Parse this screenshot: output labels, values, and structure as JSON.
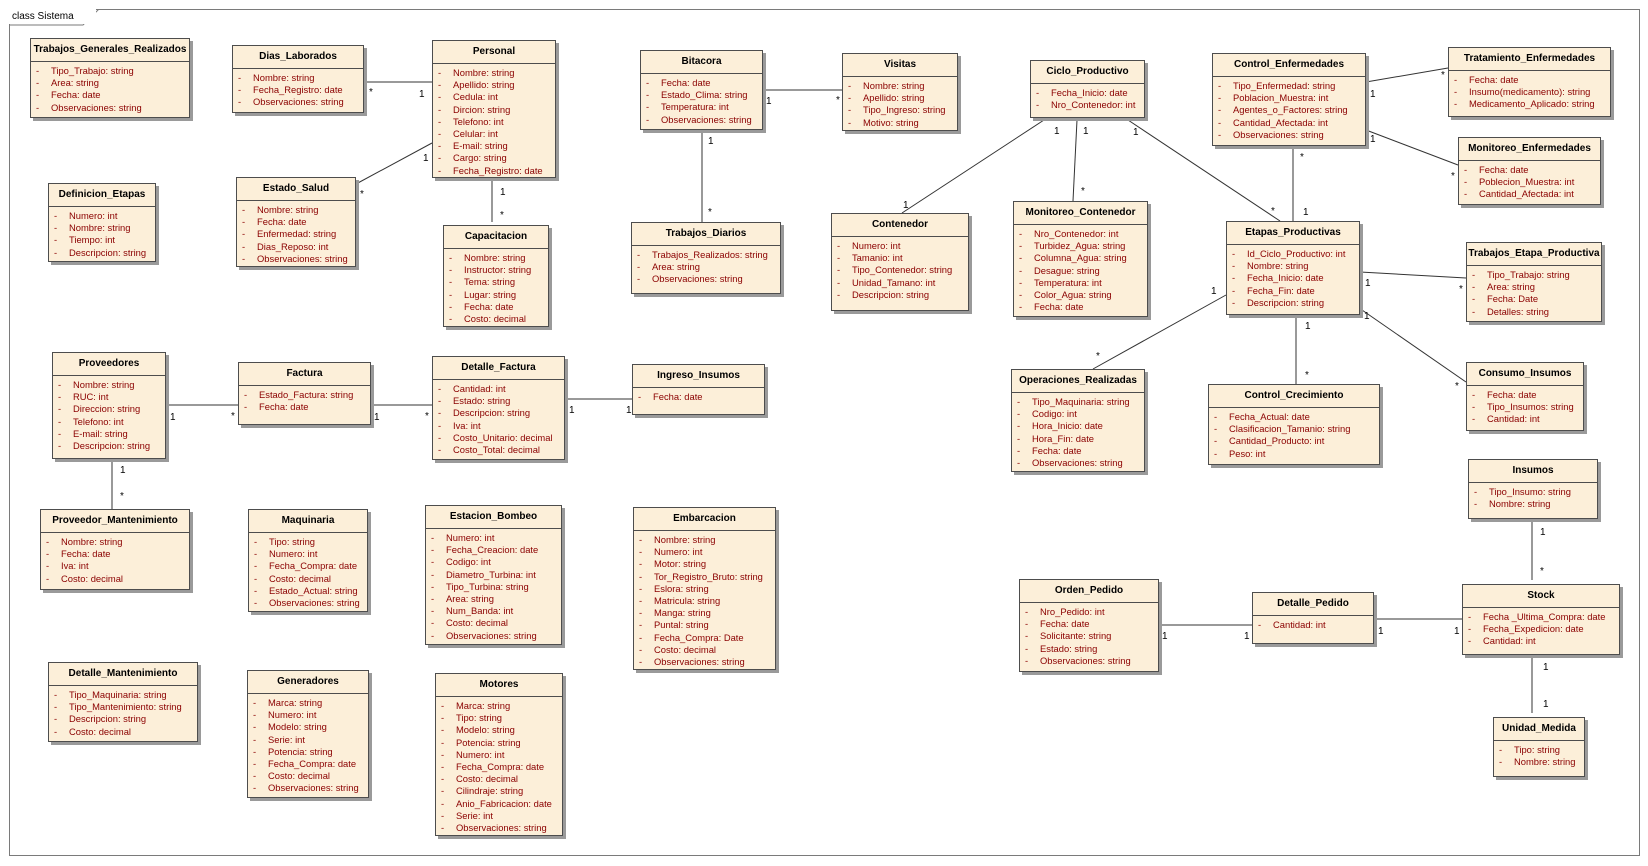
{
  "diagram": {
    "frame_label": "class Sistema"
  },
  "classes": [
    {
      "id": "trabajos_generales",
      "name": "Trabajos_Generales_Realizados",
      "attrs": [
        "Tipo_Trabajo: string",
        "Area: string",
        "Fecha: date",
        "Observaciones: string"
      ]
    },
    {
      "id": "definicion_etapas",
      "name": "Definicion_Etapas",
      "attrs": [
        "Numero: int",
        "Nombre: string",
        "Tiempo: int",
        "Descripcion: string"
      ]
    },
    {
      "id": "dias_laborados",
      "name": "Dias_Laborados",
      "attrs": [
        "Nombre: string",
        "Fecha_Registro: date",
        "Observaciones: string"
      ]
    },
    {
      "id": "personal",
      "name": "Personal",
      "attrs": [
        "Nombre: string",
        "Apellido: string",
        "Cedula: int",
        "Dircion: string",
        "Telefono: int",
        "Celular: int",
        "E-mail: string",
        "Cargo: string",
        "Fecha_Registro: date"
      ]
    },
    {
      "id": "estado_salud",
      "name": "Estado_Salud",
      "attrs": [
        "Nombre: string",
        "Fecha: date",
        "Enfermedad: string",
        "Dias_Reposo: int",
        "Observaciones: string"
      ]
    },
    {
      "id": "capacitacion",
      "name": "Capacitacion",
      "attrs": [
        "Nombre: string",
        "Instructor: string",
        "Tema: string",
        "Lugar: string",
        "Fecha: date",
        "Costo: decimal"
      ]
    },
    {
      "id": "bitacora",
      "name": "Bitacora",
      "attrs": [
        "Fecha: date",
        "Estado_Clima: string",
        "Temperatura: int",
        "Observaciones: string"
      ]
    },
    {
      "id": "visitas",
      "name": "Visitas",
      "attrs": [
        "Nombre: string",
        "Apellido: string",
        "Tipo_Ingreso: string",
        "Motivo: string"
      ]
    },
    {
      "id": "trabajos_diarios",
      "name": "Trabajos_Diarios",
      "attrs": [
        "Trabajos_Realizados: string",
        "Area: string",
        "Observaciones: string"
      ]
    },
    {
      "id": "ciclo_productivo",
      "name": "Ciclo_Productivo",
      "attrs": [
        "Fecha_Inicio: date",
        "Nro_Contenedor: int"
      ]
    },
    {
      "id": "contenedor",
      "name": "Contenedor",
      "attrs": [
        "Numero: int",
        "Tamanio: int",
        "Tipo_Contenedor: string",
        "Unidad_Tamano: int",
        "Descripcion: string"
      ]
    },
    {
      "id": "monitoreo_contenedor",
      "name": "Monitoreo_Contenedor",
      "attrs": [
        "Nro_Contenedor: int",
        "Turbidez_Agua: string",
        "Columna_Agua: string",
        "Desague: string",
        "Temperatura: int",
        "Color_Agua: string",
        "Fecha: date"
      ]
    },
    {
      "id": "control_enfermedades",
      "name": "Control_Enfermedades",
      "attrs": [
        "Tipo_Enfermedad: string",
        "Poblacion_Muestra: int",
        "Agentes_o_Factores: string",
        "Cantidad_Afectada: int",
        "Observaciones: string"
      ]
    },
    {
      "id": "tratamiento_enfermedades",
      "name": "Tratamiento_Enfermedades",
      "attrs": [
        "Fecha: date",
        "Insumo(medicamento): string",
        "Medicamento_Aplicado: string"
      ]
    },
    {
      "id": "monitoreo_enfermedades",
      "name": "Monitoreo_Enfermedades",
      "attrs": [
        "Fecha: date",
        "Poblecion_Muestra: int",
        "Cantidad_Afectada: int"
      ]
    },
    {
      "id": "etapas_productivas",
      "name": "Etapas_Productivas",
      "attrs": [
        "Id_Ciclo_Productivo: int",
        "Nombre: string",
        "Fecha_Inicio: date",
        "Fecha_Fin: date",
        "Descripcion: string"
      ]
    },
    {
      "id": "trabajos_etapa",
      "name": "Trabajos_Etapa_Productiva",
      "attrs": [
        "Tipo_Trabajo: string",
        "Area: string",
        "Fecha: Date",
        "Detalles: string"
      ]
    },
    {
      "id": "operaciones_realizadas",
      "name": "Operaciones_Realizadas",
      "attrs": [
        "Tipo_Maquinaria: string",
        "Codigo: int",
        "Hora_Inicio: date",
        "Hora_Fin: date",
        "Fecha: date",
        "Observaciones: string"
      ]
    },
    {
      "id": "control_crecimiento",
      "name": "Control_Crecimiento",
      "attrs": [
        "Fecha_Actual: date",
        "Clasificacion_Tamanio: string",
        "Cantidad_Producto: int",
        "Peso: int"
      ]
    },
    {
      "id": "consumo_insumos",
      "name": "Consumo_Insumos",
      "attrs": [
        "Fecha: date",
        "Tipo_Insumos: string",
        "Cantidad: int"
      ]
    },
    {
      "id": "proveedores",
      "name": "Proveedores",
      "attrs": [
        "Nombre: string",
        "RUC: int",
        "Direccion: string",
        "Telefono: int",
        "E-mail: string",
        "Descripcion: string"
      ]
    },
    {
      "id": "factura",
      "name": "Factura",
      "attrs": [
        "Estado_Factura: string",
        "Fecha: date"
      ]
    },
    {
      "id": "detalle_factura",
      "name": "Detalle_Factura",
      "attrs": [
        "Cantidad: int",
        "Estado: string",
        "Descripcion: string",
        "Iva: int",
        "Costo_Unitario: decimal",
        "Costo_Total: decimal"
      ]
    },
    {
      "id": "ingreso_insumos",
      "name": "Ingreso_Insumos",
      "attrs": [
        "Fecha: date"
      ]
    },
    {
      "id": "proveedor_mantenimiento",
      "name": "Proveedor_Mantenimiento",
      "attrs": [
        "Nombre: string",
        "Fecha: date",
        "Iva: int",
        "Costo: decimal"
      ]
    },
    {
      "id": "maquinaria",
      "name": "Maquinaria",
      "attrs": [
        "Tipo: string",
        "Numero: int",
        "Fecha_Compra: date",
        "Costo: decimal",
        "Estado_Actual: string",
        "Observaciones: string"
      ]
    },
    {
      "id": "estacion_bombeo",
      "name": "Estacion_Bombeo",
      "attrs": [
        "Numero: int",
        "Fecha_Creacion: date",
        "Codigo: int",
        "Diametro_Turbina: int",
        "Tipo_Turbina: string",
        "Area: string",
        "Num_Banda: int",
        "Costo: decimal",
        "Observaciones: string"
      ]
    },
    {
      "id": "embarcacion",
      "name": "Embarcacion",
      "attrs": [
        "Nombre: string",
        "Numero: int",
        "Motor: string",
        "Tor_Registro_Bruto: string",
        "Eslora: string",
        "Matricula: string",
        "Manga: string",
        "Puntal: string",
        "Fecha_Compra: Date",
        "Costo: decimal",
        "Observaciones: string"
      ]
    },
    {
      "id": "detalle_mantenimiento",
      "name": "Detalle_Mantenimiento",
      "attrs": [
        "Tipo_Maquinaria: string",
        "Tipo_Mantenimiento: string",
        "Descripcion: string",
        "Costo: decimal"
      ]
    },
    {
      "id": "generadores",
      "name": "Generadores",
      "attrs": [
        "Marca: string",
        "Numero: int",
        "Modelo: string",
        "Serie: int",
        "Potencia: string",
        "Fecha_Compra: date",
        "Costo: decimal",
        "Observaciones: string"
      ]
    },
    {
      "id": "motores",
      "name": "Motores",
      "attrs": [
        "Marca: string",
        "Tipo: string",
        "Modelo: string",
        "Potencia: string",
        "Numero: int",
        "Fecha_Compra: date",
        "Costo: decimal",
        "Cilindraje: string",
        "Anio_Fabricacion: date",
        "Serie: int",
        "Observaciones: string"
      ]
    },
    {
      "id": "insumos",
      "name": "Insumos",
      "attrs": [
        "Tipo_Insumo: string",
        "Nombre: string"
      ]
    },
    {
      "id": "orden_pedido",
      "name": "Orden_Pedido",
      "attrs": [
        "Nro_Pedido: int",
        "Fecha: date",
        "Solicitante: string",
        "Estado: string",
        "Observaciones: string"
      ]
    },
    {
      "id": "detalle_pedido",
      "name": "Detalle_Pedido",
      "attrs": [
        "Cantidad: int"
      ]
    },
    {
      "id": "stock",
      "name": "Stock",
      "attrs": [
        "Fecha _Ultima_Compra: date",
        "Fecha_Expedicion: date",
        "Cantidad: int"
      ]
    },
    {
      "id": "unidad_medida",
      "name": "Unidad_Medida",
      "attrs": [
        "Tipo: string",
        "Nombre: string"
      ]
    }
  ],
  "multiplicities": [
    "*",
    "1",
    "1",
    "*",
    "1",
    "*",
    "1",
    "*",
    "1",
    "*",
    "1",
    "1",
    "1",
    "1",
    "*",
    "*",
    "1",
    "*",
    "1",
    "*",
    "1",
    "*",
    "1",
    "*",
    "1",
    "*",
    "*",
    "1",
    "1",
    "*",
    "1",
    "*",
    "1",
    "*",
    "1",
    "1",
    "1",
    "*",
    "1",
    "*",
    "1",
    "1",
    "1",
    "1"
  ]
}
